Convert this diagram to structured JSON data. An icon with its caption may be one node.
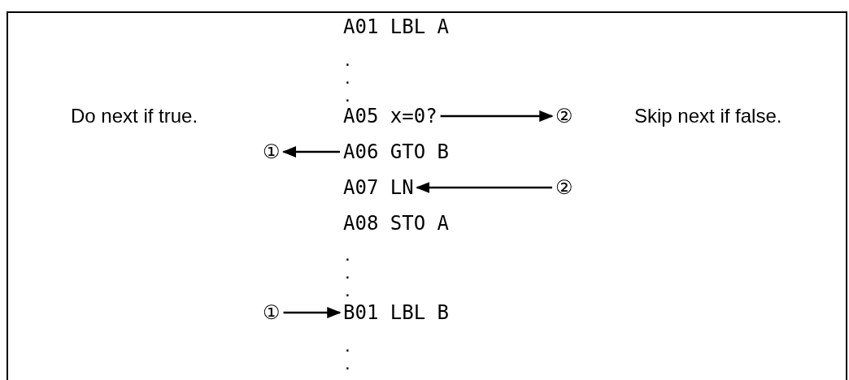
{
  "diagram": {
    "nodes": [
      {
        "text": [
          "A01 LBL A"
        ]
      },
      {
        "text": [
          "A05 x=0?"
        ]
      },
      {
        "text": [
          "②"
        ]
      },
      {
        "text": [
          "①"
        ]
      },
      {
        "text": [
          "A06 GTO B"
        ]
      },
      {
        "text": [
          "A07 LN"
        ]
      },
      {
        "text": [
          "②"
        ]
      },
      {
        "text": [
          "A08 STO A"
        ]
      },
      {
        "text": [
          "①"
        ]
      },
      {
        "text": [
          "B01 LBL B"
        ]
      }
    ],
    "edges": [
      {
        "from": 1,
        "to": 2,
        "arrow": "to"
      },
      {
        "from": 4,
        "to": 3,
        "arrow": "to"
      },
      {
        "from": 6,
        "to": 5,
        "arrow": "to"
      },
      {
        "from": 8,
        "to": 9,
        "arrow": "to"
      }
    ],
    "labels": [
      ".",
      ".",
      ".",
      "Do next if true.",
      "Skip next if false.",
      ".",
      ".",
      ".",
      ".",
      "."
    ]
  }
}
